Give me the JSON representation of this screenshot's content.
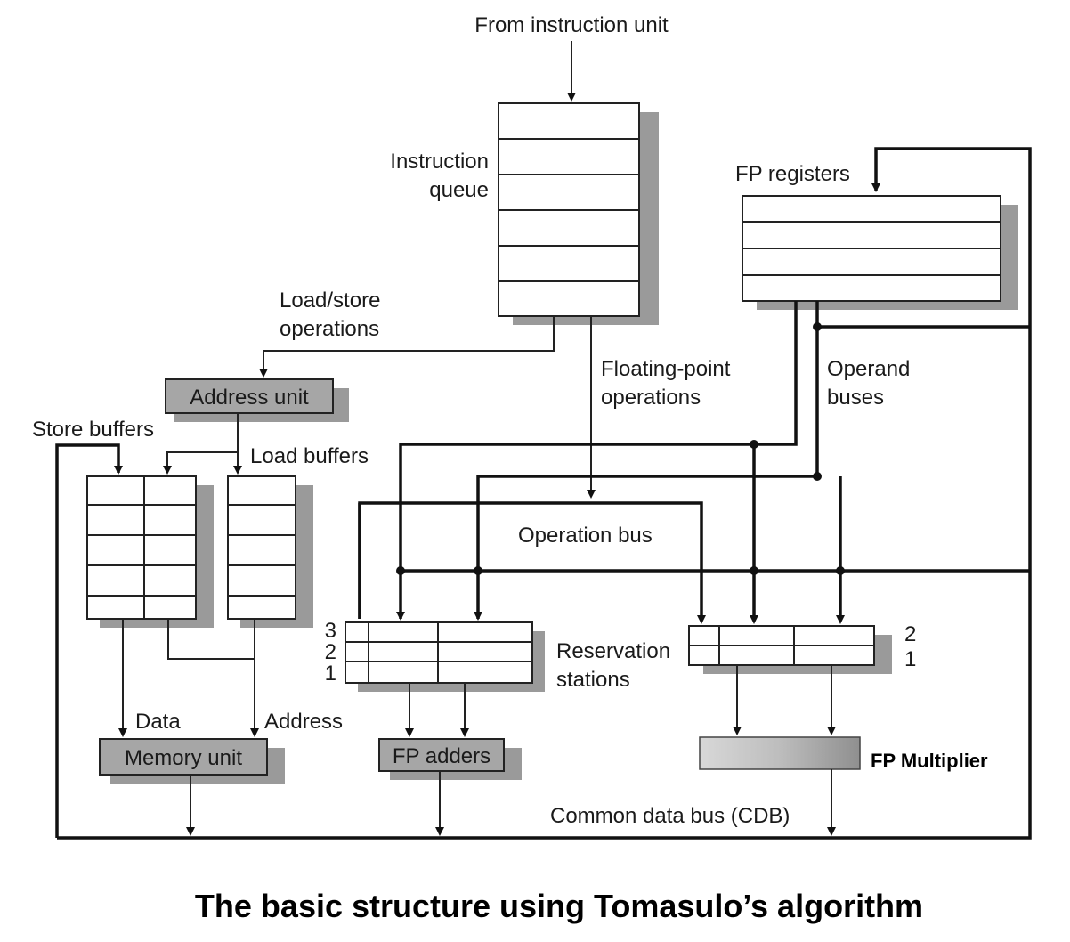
{
  "labels": {
    "from_instruction_unit": "From instruction unit",
    "instruction_queue_line1": "Instruction",
    "instruction_queue_line2": "queue",
    "fp_registers": "FP registers",
    "load_store_line1": "Load/store",
    "load_store_line2": "operations",
    "fp_ops_line1": "Floating-point",
    "fp_ops_line2": "operations",
    "operand_buses_line1": "Operand",
    "operand_buses_line2": "buses",
    "address_unit": "Address unit",
    "store_buffers": "Store buffers",
    "load_buffers": "Load buffers",
    "operation_bus": "Operation bus",
    "reservation_stations_line1": "Reservation",
    "reservation_stations_line2": "stations",
    "rs_left_3": "3",
    "rs_left_2": "2",
    "rs_left_1": "1",
    "rs_right_2": "2",
    "rs_right_1": "1",
    "data": "Data",
    "address": "Address",
    "memory_unit": "Memory unit",
    "fp_adders": "FP adders",
    "fp_multiplier": "FP Multiplier",
    "cdb": "Common data bus (CDB)"
  },
  "caption": "The basic structure using Tomasulo’s algorithm"
}
